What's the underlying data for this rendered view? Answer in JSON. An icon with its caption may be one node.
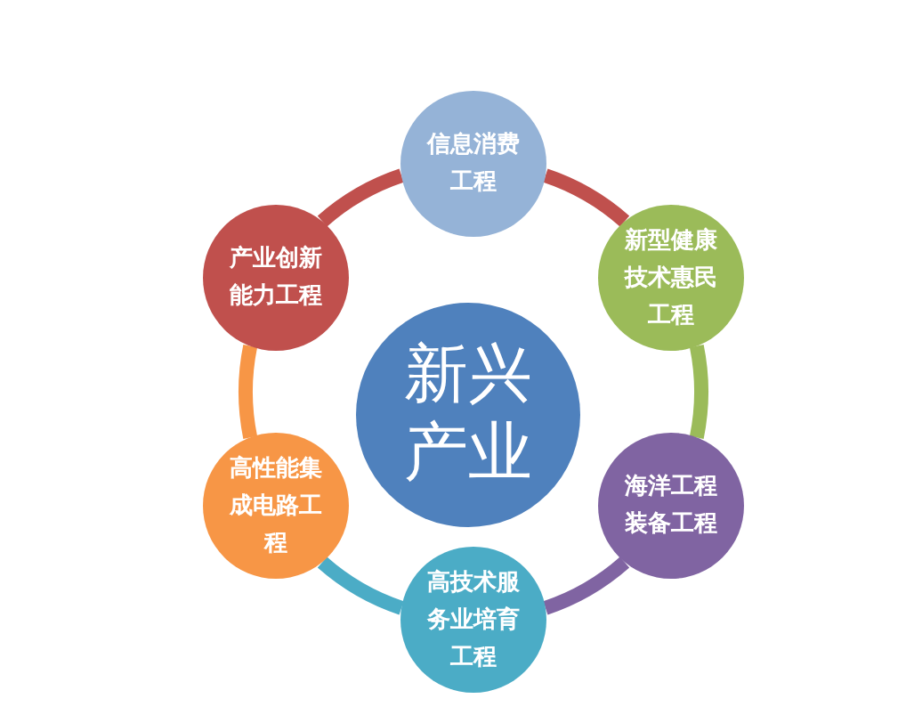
{
  "diagram": {
    "nodes": [
      {
        "text": [
          "新兴产业"
        ]
      },
      {
        "text": [
          "信息消费工程"
        ]
      },
      {
        "text": [
          "新型健康技术惠民工程"
        ]
      },
      {
        "text": [
          "海洋工程装备工程"
        ]
      },
      {
        "text": [
          "高技术服务业培育工程"
        ]
      },
      {
        "text": [
          "高性能集成电路工程"
        ]
      },
      {
        "text": [
          "产业创新能力工程"
        ]
      }
    ],
    "edges": [
      {
        "from": 1,
        "to": 2,
        "arrow": "none",
        "color": "#c0504d"
      },
      {
        "from": 2,
        "to": 3,
        "arrow": "none",
        "color": "#9bbb59"
      },
      {
        "from": 3,
        "to": 4,
        "arrow": "none",
        "color": "#8064a2"
      },
      {
        "from": 4,
        "to": 5,
        "arrow": "none",
        "color": "#4bacc6"
      },
      {
        "from": 5,
        "to": 6,
        "arrow": "none",
        "color": "#f79646"
      },
      {
        "from": 6,
        "to": 1,
        "arrow": "none",
        "color": "#c0504d"
      }
    ]
  }
}
